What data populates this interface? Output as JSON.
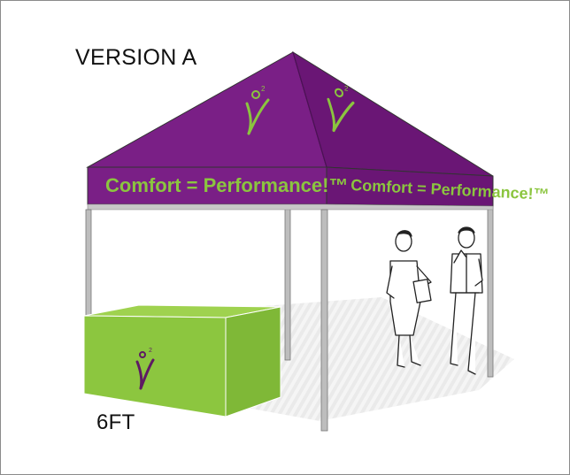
{
  "title": "VERSION A",
  "size_label": "6FT",
  "banner": {
    "front_text": "Comfort = Performance!™",
    "side_text": "Comfort = Performance!™"
  },
  "colors": {
    "canopy_purple": "#7a1f86",
    "canopy_purple_dark": "#6a1675",
    "brand_green": "#8bc53f",
    "table_green": "#8cc63f",
    "logo_purple": "#5e1a63",
    "frame_gray": "#9a9a9a",
    "outline": "#333333"
  },
  "icons": {
    "canopy_logo": "leaf-o2-logo-icon",
    "table_logo": "leaf-o2-logo-icon",
    "people": "business-people-illustration"
  }
}
